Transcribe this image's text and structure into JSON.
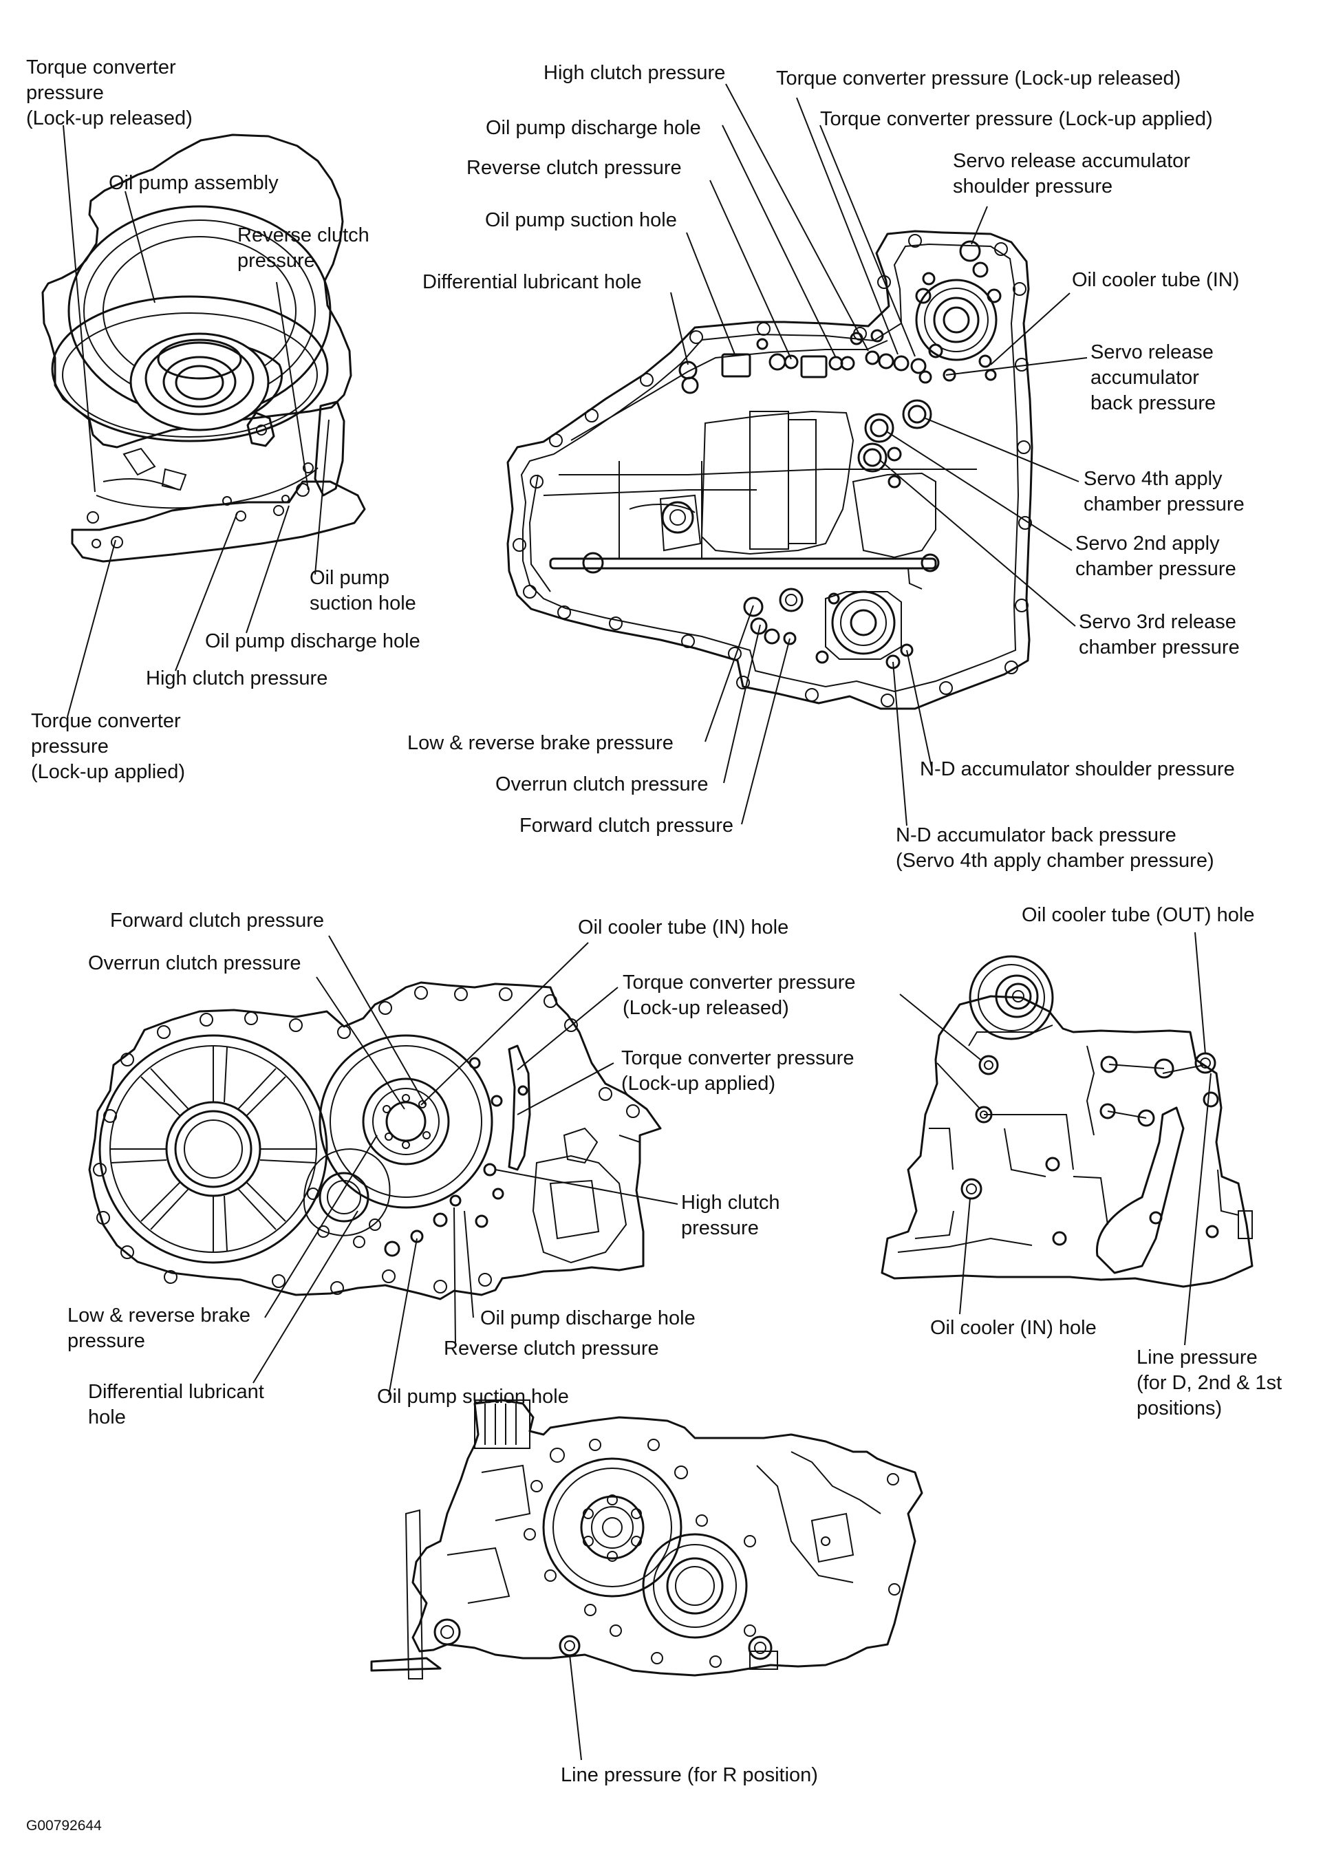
{
  "views": {
    "oil_pump": {
      "labels": {
        "tc_released": "Torque converter\npressure\n(Lock-up released)",
        "pump_assembly": "Oil pump assembly",
        "reverse_clutch": "Reverse clutch\npressure",
        "suction_hole": "Oil pump\nsuction hole",
        "discharge_hole": "Oil pump discharge hole",
        "high_clutch": "High clutch pressure",
        "tc_applied": "Torque converter\npressure\n(Lock-up applied)"
      }
    },
    "control_valve_side": {
      "labels": {
        "high_clutch": "High clutch pressure",
        "tc_released": "Torque converter pressure (Lock-up released)",
        "discharge_hole": "Oil pump discharge hole",
        "tc_applied": "Torque converter pressure (Lock-up applied)",
        "reverse_clutch": "Reverse clutch pressure",
        "servo_shoulder": "Servo release accumulator\nshoulder pressure",
        "suction_hole": "Oil pump suction hole",
        "diff_lube": "Differential lubricant hole",
        "cooler_in": "Oil cooler tube (IN)",
        "servo_back": "Servo release\naccumulator\nback pressure",
        "servo_4th": "Servo 4th apply\nchamber pressure",
        "servo_2nd": "Servo 2nd apply\nchamber pressure",
        "servo_3rd": "Servo 3rd release\nchamber pressure",
        "low_reverse": "Low & reverse brake pressure",
        "nd_shoulder": "N-D accumulator shoulder pressure",
        "overrun": "Overrun clutch pressure",
        "forward": "Forward clutch pressure",
        "nd_back": "N-D accumulator back pressure\n(Servo 4th apply chamber pressure)"
      }
    },
    "converter_housing": {
      "labels": {
        "forward": "Forward clutch pressure",
        "cooler_in_hole": "Oil cooler tube (IN) hole",
        "overrun": "Overrun clutch pressure",
        "tc_released": "Torque converter pressure\n(Lock-up released)",
        "tc_applied": "Torque converter pressure\n(Lock-up applied)",
        "high_clutch": "High clutch\npressure",
        "low_reverse": "Low & reverse brake\npressure",
        "discharge_hole": "Oil pump discharge hole",
        "reverse_clutch": "Reverse clutch pressure",
        "diff_lube": "Differential lubricant\nhole",
        "suction_hole": "Oil pump suction hole"
      }
    },
    "case_end": {
      "labels": {
        "cooler_out": "Oil cooler tube (OUT) hole",
        "cooler_in": "Oil cooler (IN) hole",
        "line_pressure": "Line pressure\n(for D, 2nd & 1st\npositions)"
      }
    },
    "case_front": {
      "labels": {
        "line_pressure_r": "Line pressure (for R position)"
      }
    }
  },
  "figure_code": "G00792644"
}
